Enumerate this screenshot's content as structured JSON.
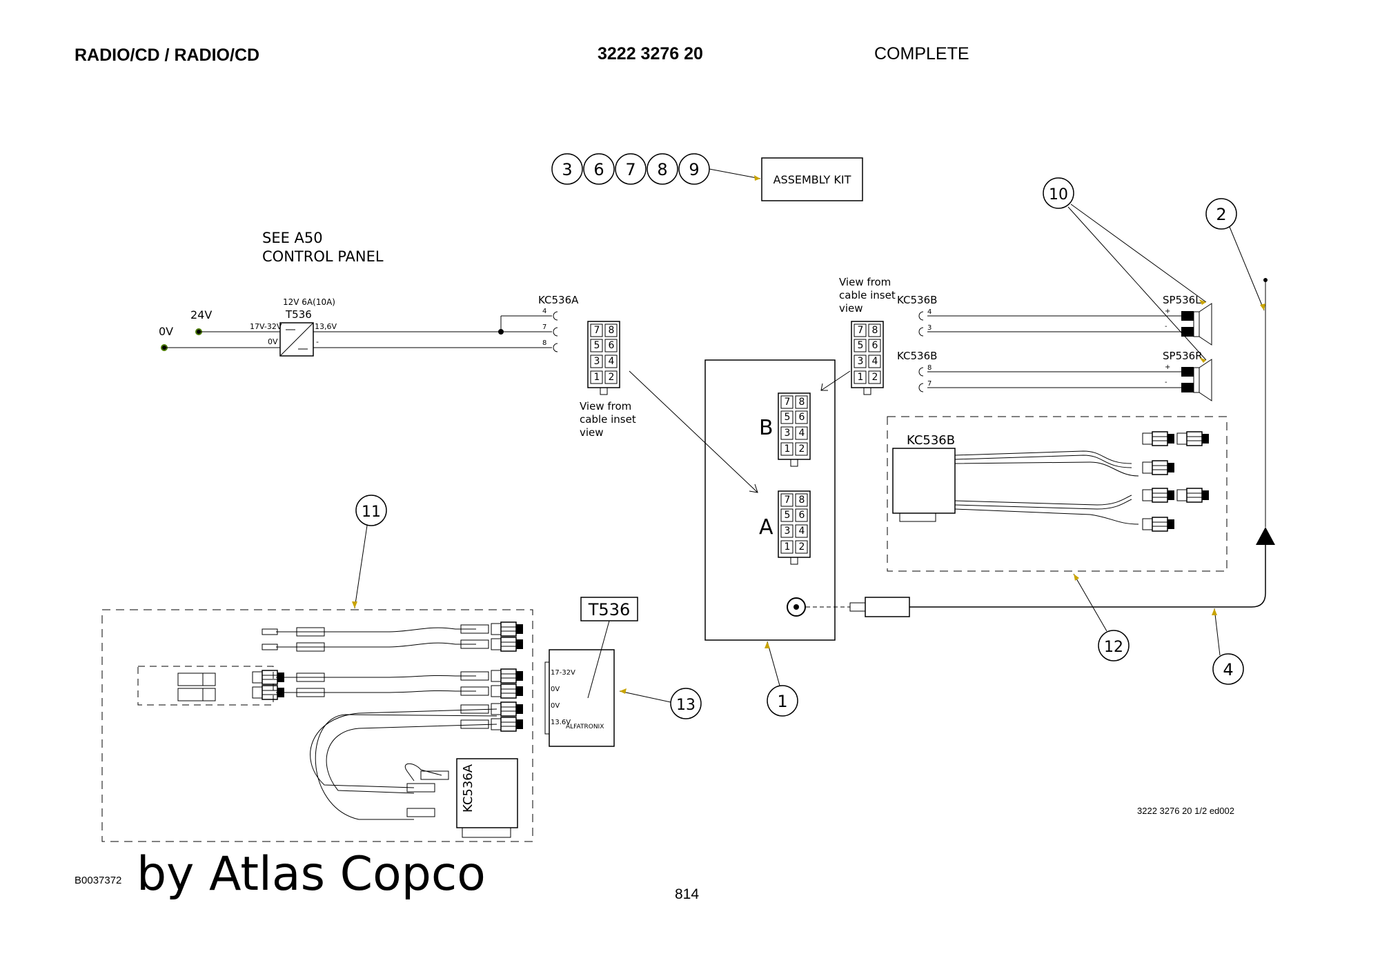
{
  "header": {
    "title": "RADIO/CD / RADIO/CD",
    "part_number": "3222 3276 20",
    "status": "COMPLETE"
  },
  "callouts": {
    "kit_items": [
      "3",
      "6",
      "7",
      "8",
      "9"
    ],
    "item_1": "1",
    "item_2": "2",
    "item_4": "4",
    "item_10": "10",
    "item_11": "11",
    "item_12": "12",
    "item_13": "13"
  },
  "labels": {
    "assembly_kit": "ASSEMBLY KIT",
    "see_a50_line1": "SEE A50",
    "see_a50_line2": "CONTROL PANEL",
    "kc536a": "KC536A",
    "kc536b_1": "KC536B",
    "kc536b_2": "KC536B",
    "kc536b_box": "KC536B",
    "kc536a_box": "KC536A",
    "sp536l": "SP536L",
    "sp536r": "SP536R",
    "converter_rating": "12V 6A(10A)",
    "converter_name": "T536",
    "converter_in": "17V-32V",
    "converter_0v": "0V",
    "converter_out": "13,6V",
    "converter_minus": "-",
    "supply_24v": "24V",
    "supply_0v": "0V",
    "view1_line1": "View from",
    "view1_line2": "cable inset",
    "view1_line3": "view",
    "view2_line1": "View from",
    "view2_line2": "cable inset",
    "view2_line3": "view",
    "port_a": "A",
    "port_b": "B",
    "t536_box": "T536",
    "alfatronix": "ALFATRONIX",
    "alf_1732": "17-32V",
    "alf_0v_a": "0V",
    "alf_0v_b": "0V",
    "alf_136": "13.6V"
  },
  "pins": {
    "kc536a_pins": [
      "4",
      "7",
      "8"
    ],
    "kc536b_top_pins": [
      "4",
      "3"
    ],
    "kc536b_bottom_pins": [
      "8",
      "7"
    ],
    "spk_plus": "+",
    "spk_minus": "-",
    "connector_grid": [
      "7",
      "8",
      "5",
      "6",
      "3",
      "4",
      "1",
      "2"
    ]
  },
  "footer": {
    "reference": "3222 3276 20 1/2 ed002",
    "drawing_number": "B0037372",
    "watermark": "by Atlas Copco",
    "page_number": "814"
  }
}
